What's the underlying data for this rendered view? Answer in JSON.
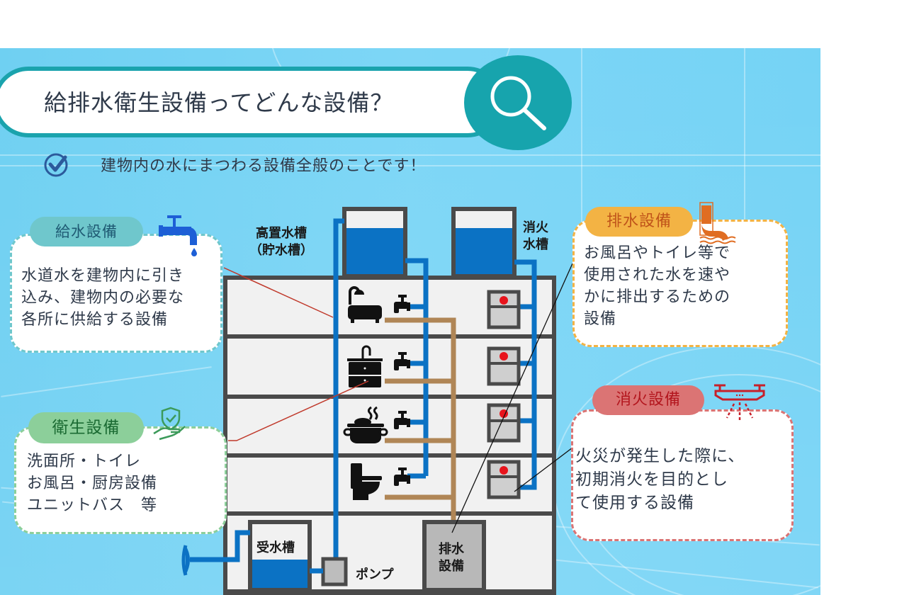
{
  "header": {
    "title": "給排水衛生設備ってどんな設備？",
    "subtitle": "建物内の水にまつわる設備全般のことです！",
    "search_icon": "magnifier-icon",
    "check_icon": "check-circle-icon"
  },
  "colors": {
    "teal": "#17a4ad",
    "supply_blue": "#0b72c4",
    "drain_brown": "#b08656",
    "wall_gray": "#4a4a4a",
    "floor_fill": "#f1f1f1",
    "supply_pill": "#6fc7cc",
    "sanitary_pill": "#8ccf9a",
    "drainage_pill": "#f3b344",
    "fire_pill": "#db7474"
  },
  "cards": {
    "supply": {
      "label": "給水設備",
      "icon": "faucet-drop-icon",
      "text": "水道水を建物内に引き\n込み、建物内の必要な\n各所に供給する設備"
    },
    "sanitary": {
      "label": "衛生設備",
      "icon": "hand-shield-icon",
      "text": "洗面所・トイレ\nお風呂・厨房設備\nユニットバス　等"
    },
    "drainage": {
      "label": "排水設備",
      "icon": "drain-pipe-icon",
      "text": "お風呂やトイレ等で\n使用された水を速や\nかに排出するための\n設備"
    },
    "fire": {
      "label": "消火設備",
      "icon": "sprinkler-icon",
      "text": "火災が発生した際に、\n初期消火を目的とし\nて使用する設備"
    }
  },
  "diagram": {
    "elevated_tank_label": "高置水槽\n（貯水槽）",
    "fire_tank_label": "消火\n水槽",
    "receiving_tank_label": "受水槽",
    "pump_label": "ポンプ",
    "drain_facility_label": "排水\n設備",
    "fixtures": [
      "bathtub-icon",
      "washbasin-icon",
      "cooking-pot-icon",
      "toilet-icon"
    ],
    "fire_hydrant_boxes": 4
  }
}
